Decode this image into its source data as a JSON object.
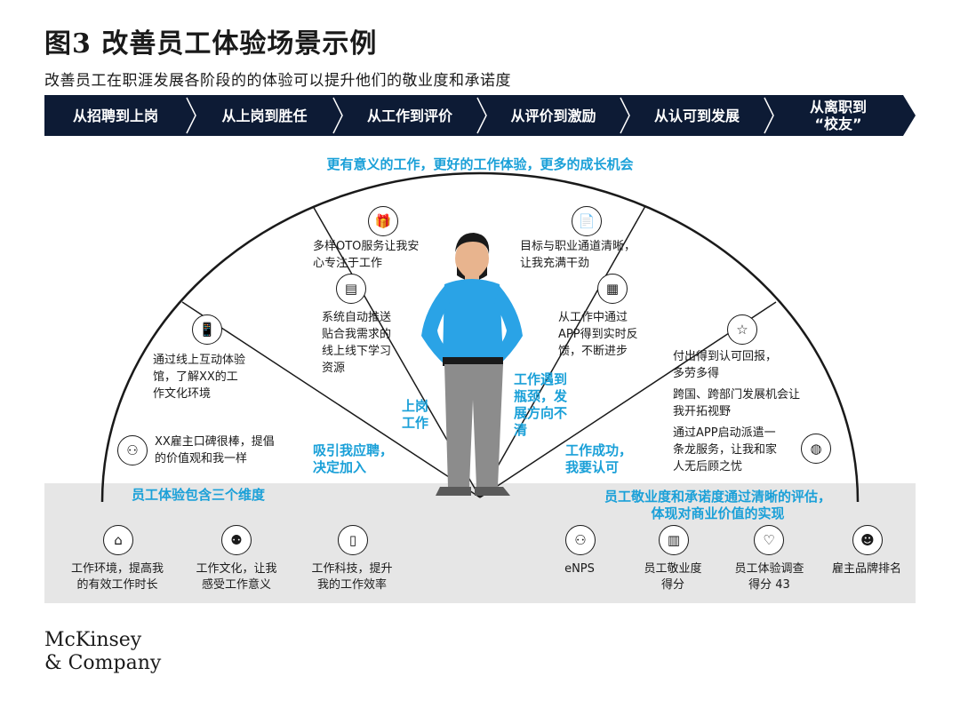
{
  "header": {
    "title": "图3 改善员工体验场景示例",
    "subtitle": "改善员工在职涯发展各阶段的的体验可以提升他们的敬业度和承诺度"
  },
  "stages": [
    {
      "label": "从招聘到上岗"
    },
    {
      "label": "从上岗到胜任"
    },
    {
      "label": "从工作到评价"
    },
    {
      "label": "从评价到激励"
    },
    {
      "label": "从认可到发展"
    },
    {
      "label": "从离职到\n“校友”"
    }
  ],
  "headline": "更有意义的工作，更好的工作体验，更多的成长机会",
  "arc_items": {
    "left_top": "多样OTO服务让我安\n心专注于工作",
    "left_mid": "系统自动推送\n贴合我需求的\n线上线下学习\n资源",
    "left_upper": "通过线上互动体验\n馆，了解XX的工\n作文化环境",
    "left_lower": "XX雇主口碑很棒，提倡\n的价值观和我一样",
    "right_top": "目标与职业通道清晰，\n让我充满干劲",
    "right_mid": "从工作中通过\nAPP得到实时反\n馈，不断进步",
    "right_upper_1": "付出得到认可回报，\n多劳多得",
    "right_upper_2": "跨国、跨部门发展机会让\n我开拓视野",
    "right_lower": "通过APP启动派遣一\n条龙服务，让我和家\n人无后顾之忧"
  },
  "blue_labels": {
    "attract": "吸引我应聘，\n决定加入",
    "onboard": "上岗\n工作",
    "bottleneck": "工作遇到\n瓶颈，发\n展方向不\n清",
    "success": "工作成功，\n我要认可"
  },
  "band": {
    "left_heading": "员工体验包含三个维度",
    "right_heading": "员工敬业度和承诺度通过清晰的评估，\n体现对商业价值的实现",
    "left_items": [
      {
        "label": "工作环境，提高我\n的有效工作时长",
        "icon": "house-icon"
      },
      {
        "label": "工作文化，让我\n感受工作意义",
        "icon": "people-icon"
      },
      {
        "label": "工作科技，提升\n我的工作效率",
        "icon": "tablet-icon"
      }
    ],
    "right_items": [
      {
        "label": "eNPS",
        "icon": "group-icon"
      },
      {
        "label": "员工敬业度\n得分",
        "icon": "bar-chart-icon"
      },
      {
        "label": "员工体验调查\n得分 43",
        "icon": "heart-icon"
      },
      {
        "label": "雇主品牌排名",
        "icon": "team-icon"
      }
    ]
  },
  "logo": {
    "line1": "McKinsey",
    "line2": "& Company"
  },
  "colors": {
    "navy": "#0d1b35",
    "accent": "#1aa0d8",
    "band": "#e6e6e6"
  }
}
